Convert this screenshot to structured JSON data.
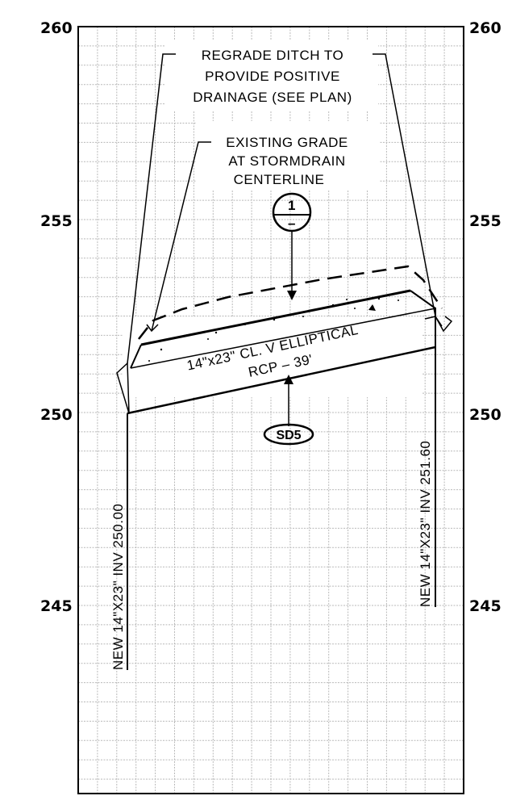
{
  "axis": {
    "left_labels": [
      "260",
      "255",
      "250",
      "245"
    ],
    "right_labels": [
      "260",
      "255",
      "250",
      "245"
    ]
  },
  "callouts": {
    "regrade": [
      "REGRADE DITCH TO",
      "PROVIDE POSITIVE",
      "DRAINAGE (SEE PLAN)"
    ],
    "existing_grade": [
      "EXISTING GRADE",
      "AT STORMDRAIN",
      "CENTERLINE"
    ]
  },
  "section_marker": {
    "top": "1",
    "bottom": "–"
  },
  "pipe": {
    "line1": "14\"x23\" CL. V ELLIPTICAL",
    "line2": "RCP – 39'"
  },
  "pipe_tag": "SD5",
  "inverts": {
    "left": "NEW 14\"X23\" INV 250.00",
    "right": "NEW 14\"X23\" INV 251.60"
  }
}
